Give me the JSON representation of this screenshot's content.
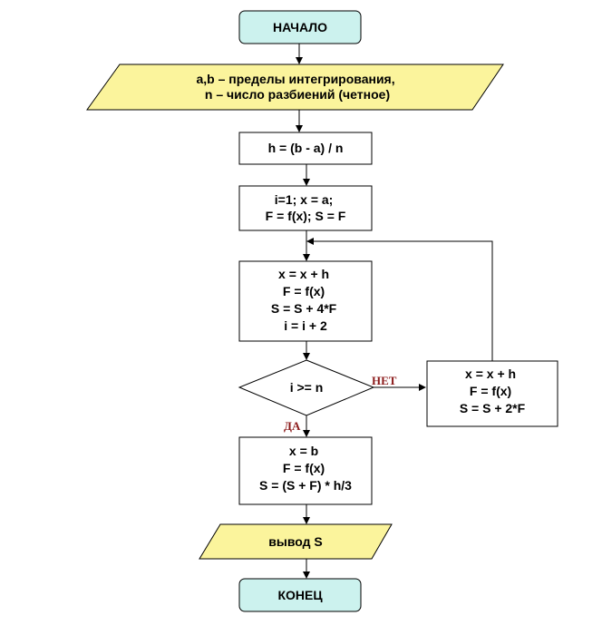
{
  "colors": {
    "terminal_fill": "#ccf2ee",
    "terminal_stroke": "#4a9a90",
    "io_fill": "#fbf49c",
    "process_fill": "#ffffff",
    "label_color": "#8b1a1a"
  },
  "nodes": {
    "start": {
      "lines": [
        "НАЧАЛО"
      ]
    },
    "input": {
      "lines": [
        "a,b – пределы интегрирования,",
        "n – число разбиений  (четное)"
      ]
    },
    "step_h": {
      "lines": [
        "h = (b - a) / n"
      ]
    },
    "init": {
      "lines": [
        "i=1; x = a;",
        "F = f(x);  S = F"
      ]
    },
    "loop_body": {
      "lines": [
        "x = x + h",
        "F = f(x)",
        "S = S + 4*F",
        "i = i + 2"
      ]
    },
    "condition": {
      "lines": [
        "i >= n"
      ]
    },
    "no_branch": {
      "lines": [
        "x = x + h",
        "F = f(x)",
        "S = S + 2*F"
      ]
    },
    "final_calc": {
      "lines": [
        "x = b",
        "F = f(x)",
        "S = (S + F) * h/3"
      ]
    },
    "output": {
      "lines": [
        "вывод S"
      ]
    },
    "end": {
      "lines": [
        "КОНЕЦ"
      ]
    }
  },
  "edge_labels": {
    "no": "НЕТ",
    "yes": "ДА"
  }
}
